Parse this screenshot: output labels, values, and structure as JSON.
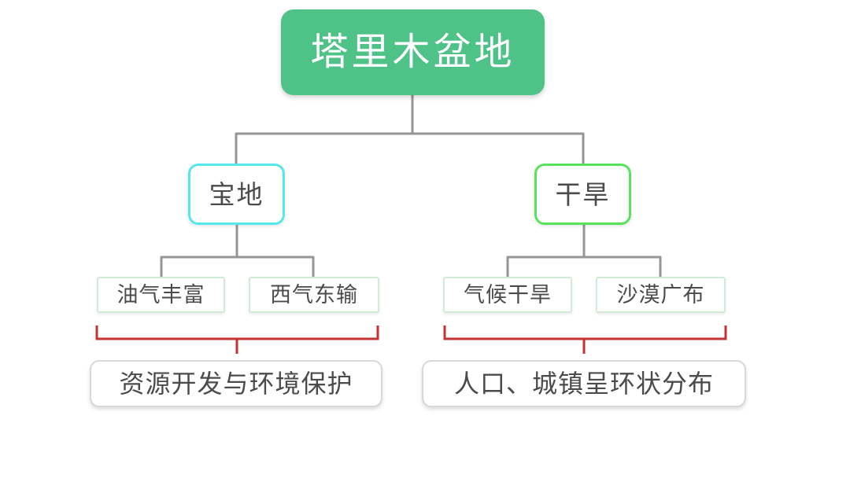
{
  "mindmap": {
    "root": {
      "label": "塔里木盆地"
    },
    "branches": [
      {
        "label": "宝地",
        "border_color": "#54e7ec",
        "children": [
          {
            "label": "油气丰富"
          },
          {
            "label": "西气东输"
          }
        ],
        "summary": {
          "label": "资源开发与环境保护"
        }
      },
      {
        "label": "干旱",
        "border_color": "#57e35c",
        "children": [
          {
            "label": "气候干旱"
          },
          {
            "label": "沙漠广布"
          }
        ],
        "summary": {
          "label": "人口、城镇呈环状分布"
        }
      }
    ],
    "colors": {
      "root_fill": "#4ec287",
      "root_text": "#ffffff",
      "node_text": "#4b4b4d",
      "connector": "#969696",
      "brace": "#c63232",
      "leaf_border": "#d2ead8",
      "summary_border": "#d8d8d8",
      "background": "#ffffff"
    }
  }
}
